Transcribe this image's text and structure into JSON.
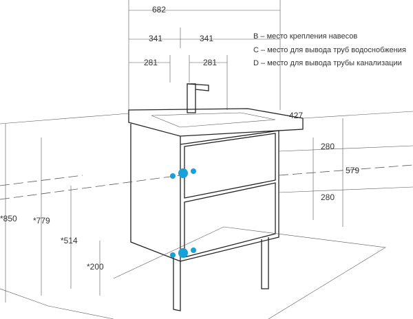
{
  "dimensions": {
    "width_total": "682",
    "half_left": "341",
    "half_right": "341",
    "offset_left": "281",
    "offset_right": "281",
    "depth": "427",
    "drawer_top": "280",
    "drawer_bottom": "280",
    "cabinet_height": "579",
    "h850": "*850",
    "h779": "*779",
    "h514": "*514",
    "h200": "*200"
  },
  "legend": [
    "B – место крепления навесов",
    "C – место для вывода труб водоснобжения",
    "D – место для вывода трубы канализации"
  ],
  "colors": {
    "marker": "#1aa0d8"
  }
}
